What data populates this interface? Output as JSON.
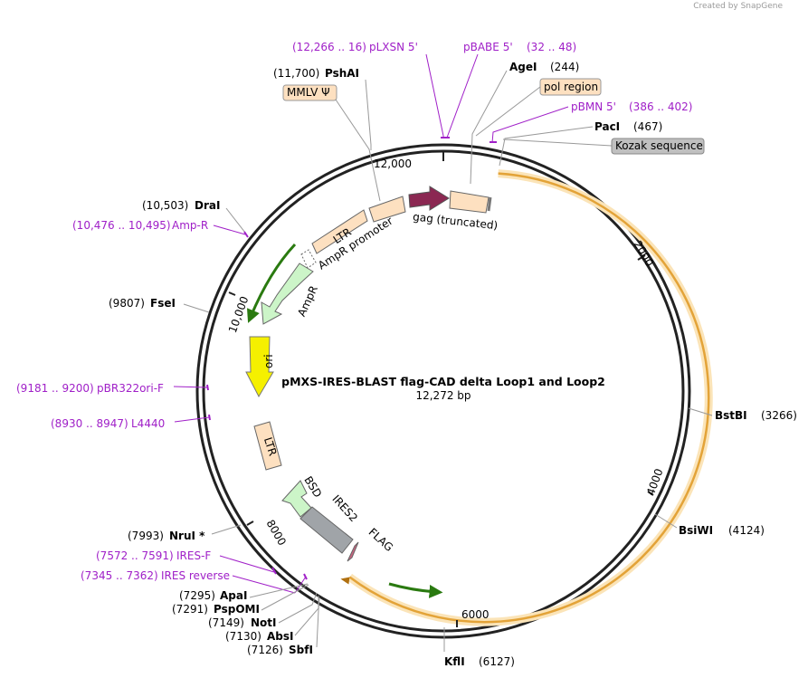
{
  "brand": "Created by SnapGene",
  "plasmid": {
    "name": "pMXS-IRES-BLAST flag-CAD delta Loop1 and Loop2",
    "size": "12,272 bp"
  },
  "ticks": [
    "12,000",
    "2000",
    "4000",
    "6000",
    "8000",
    "10,000"
  ],
  "enzymes": [
    {
      "name": "AgeI",
      "pos": "(244)"
    },
    {
      "name": "PacI",
      "pos": "(467)"
    },
    {
      "name": "BstBI",
      "pos": "(3266)"
    },
    {
      "name": "BsiWI",
      "pos": "(4124)"
    },
    {
      "name": "KflI",
      "pos": "(6127)"
    },
    {
      "name": "SbfI",
      "pos": "(7126)"
    },
    {
      "name": "AbsI",
      "pos": "(7130)"
    },
    {
      "name": "NotI",
      "pos": "(7149)"
    },
    {
      "name": "PspOMI",
      "pos": "(7291)"
    },
    {
      "name": "ApaI",
      "pos": "(7295)"
    },
    {
      "name": "NruI *",
      "pos": "(7993)"
    },
    {
      "name": "FseI",
      "pos": "(9807)"
    },
    {
      "name": "DraI",
      "pos": "(10,503)"
    },
    {
      "name": "PshAI",
      "pos": "(11,700)"
    }
  ],
  "primers": [
    {
      "name": "pLXSN 5'",
      "range": "(12,266 .. 16)"
    },
    {
      "name": "pBABE 5'",
      "range": "(32 .. 48)"
    },
    {
      "name": "pBMN 5'",
      "range": "(386 .. 402)"
    },
    {
      "name": "Amp-R",
      "range": "(10,476 .. 10,495)"
    },
    {
      "name": "pBR322ori-F",
      "range": "(9181 .. 9200)"
    },
    {
      "name": "L4440",
      "range": "(8930 .. 8947)"
    },
    {
      "name": "IRES-F",
      "range": "(7572 .. 7591)"
    },
    {
      "name": "IRES reverse",
      "range": "(7345 .. 7362)"
    }
  ],
  "boxed_features": [
    {
      "name": "MMLV Ψ"
    },
    {
      "name": "pol region"
    },
    {
      "name": "Kozak sequence"
    }
  ],
  "features": {
    "ltr_top": "LTR",
    "ampr_promoter": "AmpR promoter",
    "ampr": "AmpR",
    "ori": "ori",
    "ltr_bottom": "LTR",
    "bsd": "BSD",
    "ires2": "IRES2",
    "flag": "FLAG",
    "gag": "gag (truncated)"
  },
  "colors": {
    "backbone": "#222222",
    "primer": "#a020c8",
    "ltr": "#fde0c0",
    "gag": "#8b2852",
    "ampr": "#ccf5c8",
    "ori": "#f5f000",
    "ires": "#a0a4a8",
    "flag": "#c86480",
    "cds_orange": "#f0b040",
    "kozak_box": "#c0c0c0"
  }
}
